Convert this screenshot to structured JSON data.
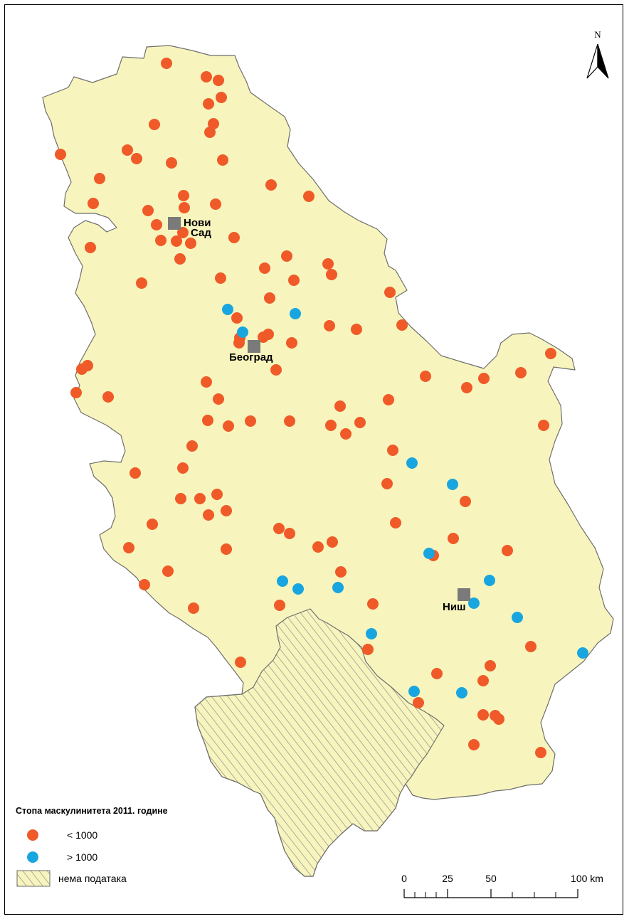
{
  "colors": {
    "land": "#f7f5bd",
    "border": "#6e6e6e",
    "below": "#ef5a28",
    "above": "#19a6e0",
    "city": "#7a7a7a",
    "hatch": "#a0a0a0"
  },
  "cities": [
    {
      "name": "Нови",
      "name2": "Сад"
    },
    {
      "name": "Београд"
    },
    {
      "name": "Ниш"
    }
  ],
  "north": "N",
  "legend": {
    "title": "Стопа маскулинитета 2011. године",
    "items": [
      {
        "label": "< 1000",
        "kind": "below",
        "icon": "orange-dot"
      },
      {
        "label": "> 1000",
        "kind": "above",
        "icon": "blue-dot"
      },
      {
        "label": "нема података",
        "kind": "nodata",
        "icon": "hatch-box"
      }
    ]
  },
  "scale": {
    "labels": [
      "0",
      "25",
      "50",
      "100 km"
    ]
  }
}
